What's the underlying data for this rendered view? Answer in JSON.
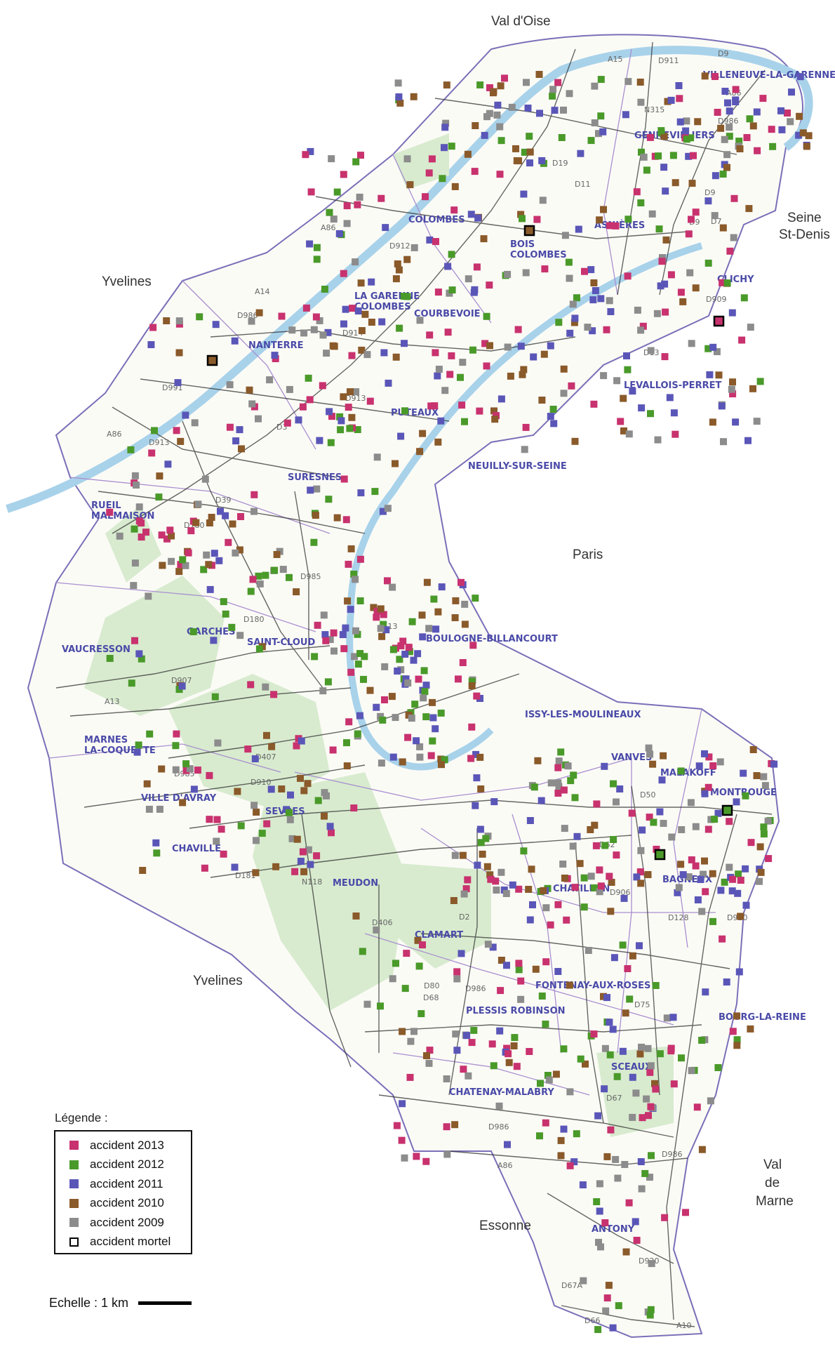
{
  "colors": {
    "y2013": "#c8326e",
    "y2012": "#4a9a2a",
    "y2011": "#5a56b8",
    "y2010": "#8a5a2a",
    "y2009": "#8c8c8c",
    "commune_label": "#4a4aa8",
    "river": "#a8d2ea",
    "green": "#d8ebcf",
    "boundary": "#a88fcf"
  },
  "regions": [
    "Val d'Oise",
    "Seine\nSt-Denis",
    "Yvelines",
    "Paris",
    "Yvelines",
    "Val\nde\nMarne",
    "Essonne"
  ],
  "communes": [
    "VILLENEUVE-LA-GARENNE",
    "GENNEVILLIERS",
    "COLOMBES",
    "ASNIÈRES",
    "BOIS\nCOLOMBES",
    "CLICHY",
    "LA GARENNE\nCOLOMBES",
    "COURBEVOIE",
    "NANTERRE",
    "LEVALLOIS-PERRET",
    "PUTEAUX",
    "NEUILLY-SUR-SEINE",
    "SURESNES",
    "RUEIL\nMALMAISON",
    "GARCHES",
    "SAINT-CLOUD",
    "BOULOGNE-BILLANCOURT",
    "VAUCRESSON",
    "ISSY-LES-MOULINEAUX",
    "MARNES\nLA-COQUETTE",
    "VANVES",
    "MALAKOFF",
    "MONTROUGE",
    "VILLE D'AVRAY",
    "SEVRES",
    "CHAVILLE",
    "MEUDON",
    "BAGNEUX",
    "CHATILLON",
    "CLAMART",
    "FONTENAY-AUX-ROSES",
    "BOURG-LA-REINE",
    "PLESSIS ROBINSON",
    "SCEAUX",
    "CHATENAY-MALABRY",
    "ANTONY"
  ],
  "roads": [
    "A15",
    "D911",
    "D9",
    "A86",
    "N315",
    "D986",
    "D19",
    "D11",
    "D7",
    "D9",
    "D909",
    "D912",
    "D13",
    "A86",
    "D9",
    "A14",
    "D986",
    "D914",
    "D913",
    "D991",
    "D913",
    "D3",
    "A86",
    "D39",
    "D180",
    "D985",
    "A13",
    "D180",
    "D907",
    "A13",
    "D407",
    "D910",
    "D985",
    "D181",
    "N118",
    "D406",
    "D2",
    "D80",
    "D986",
    "D68",
    "D50",
    "D62",
    "D906",
    "D128",
    "D920",
    "D75",
    "D67",
    "D986",
    "D986",
    "A86",
    "D67A",
    "D920",
    "D66",
    "A10"
  ],
  "legend": {
    "title": "Légende :",
    "items": [
      {
        "label": "accident 2013",
        "color": "#c8326e",
        "outline": false
      },
      {
        "label": "accident 2012",
        "color": "#4a9a2a",
        "outline": false
      },
      {
        "label": "accident 2011",
        "color": "#5a56b8",
        "outline": false
      },
      {
        "label": "accident 2010",
        "color": "#8a5a2a",
        "outline": false
      },
      {
        "label": "accident 2009",
        "color": "#8c8c8c",
        "outline": false
      },
      {
        "label": "accident mortel",
        "color": "#ffffff",
        "outline": true
      }
    ]
  },
  "scale": {
    "label": "Echelle :  1 km"
  }
}
